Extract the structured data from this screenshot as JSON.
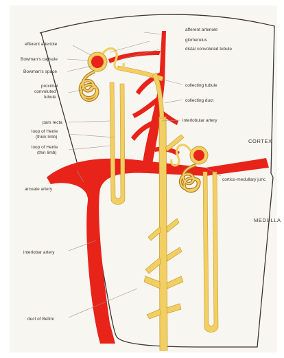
{
  "labels": {
    "efferent_arteriole_left": "efferent arteriole",
    "efferent_arteriole_top": "afferent arteriole",
    "glomerulus": "glomerulus",
    "distal_convoluted_tubule": "distal convoluted tubule",
    "bowmans_capsule": "Bowman's capsule",
    "bowmans_space": "Bowman's space",
    "proximal_line1": "proximal",
    "proximal_line2": "convoluted",
    "proximal_line3": "tubule",
    "collecting_tubule": "collecting tubule",
    "collecting_duct": "collecting duct",
    "interlobular_artery": "interlobular artery",
    "pars_recta": "pars recta",
    "loop_thick_line1": "loop of Henle",
    "loop_thick_line2": "(thick limb)",
    "loop_thin_line1": "loop of Henle",
    "loop_thin_line2": "(thin limb)",
    "cortex": "CORTEX",
    "arcuate_artery": "arcuate artery",
    "cortico_medullary": "cortico-medullary junc",
    "medulla": "MEDULLA",
    "interlobar_artery": "interlobar artery",
    "duct_of_bellini": "duct of Bellini"
  },
  "colors": {
    "artery": "#e8231a",
    "tubule": "#f2cf63",
    "tubule_outline": "#c99a2c",
    "outline": "#3a3530",
    "background": "#f8f6f1"
  }
}
